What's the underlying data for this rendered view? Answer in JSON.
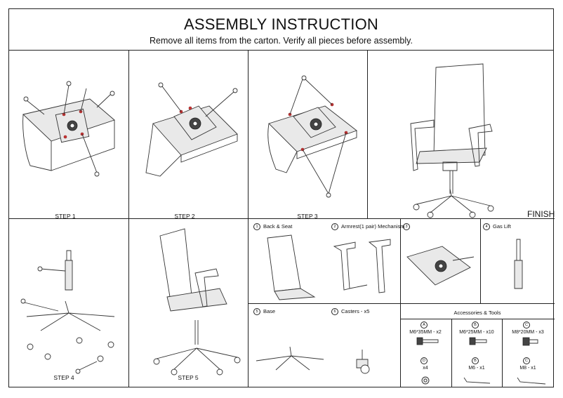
{
  "header": {
    "title": "ASSEMBLY INSTRUCTION",
    "subtitle": "Remove all items from the carton. Verify all pieces before assembly."
  },
  "steps": [
    {
      "label": "STEP 1"
    },
    {
      "label": "STEP 2"
    },
    {
      "label": "STEP 3"
    },
    {
      "label": "STEP 4"
    },
    {
      "label": "STEP 5"
    }
  ],
  "finish_label": "FINISH",
  "parts": [
    {
      "num": "1",
      "label": "Back & Seat"
    },
    {
      "num": "2",
      "label": "Armrest(1 pair) Mechanism"
    },
    {
      "num": "3",
      "label": ""
    },
    {
      "num": "4",
      "label": "Gas Lift"
    },
    {
      "num": "5",
      "label": "Base"
    },
    {
      "num": "6",
      "label": "Casters - x5"
    }
  ],
  "accessories": {
    "title": "Accessories & Tools",
    "items": [
      {
        "letter": "A",
        "label": "M6*35MM - x2"
      },
      {
        "letter": "B",
        "label": "M6*25MM - x10"
      },
      {
        "letter": "C",
        "label": "M8*20MM - x3"
      },
      {
        "letter": "D",
        "label": "x4"
      },
      {
        "letter": "B",
        "label": "M6 - x1"
      },
      {
        "letter": "C",
        "label": "M8 - x1"
      }
    ]
  },
  "callouts": [
    "1",
    "2",
    "3",
    "4",
    "5",
    "6"
  ]
}
